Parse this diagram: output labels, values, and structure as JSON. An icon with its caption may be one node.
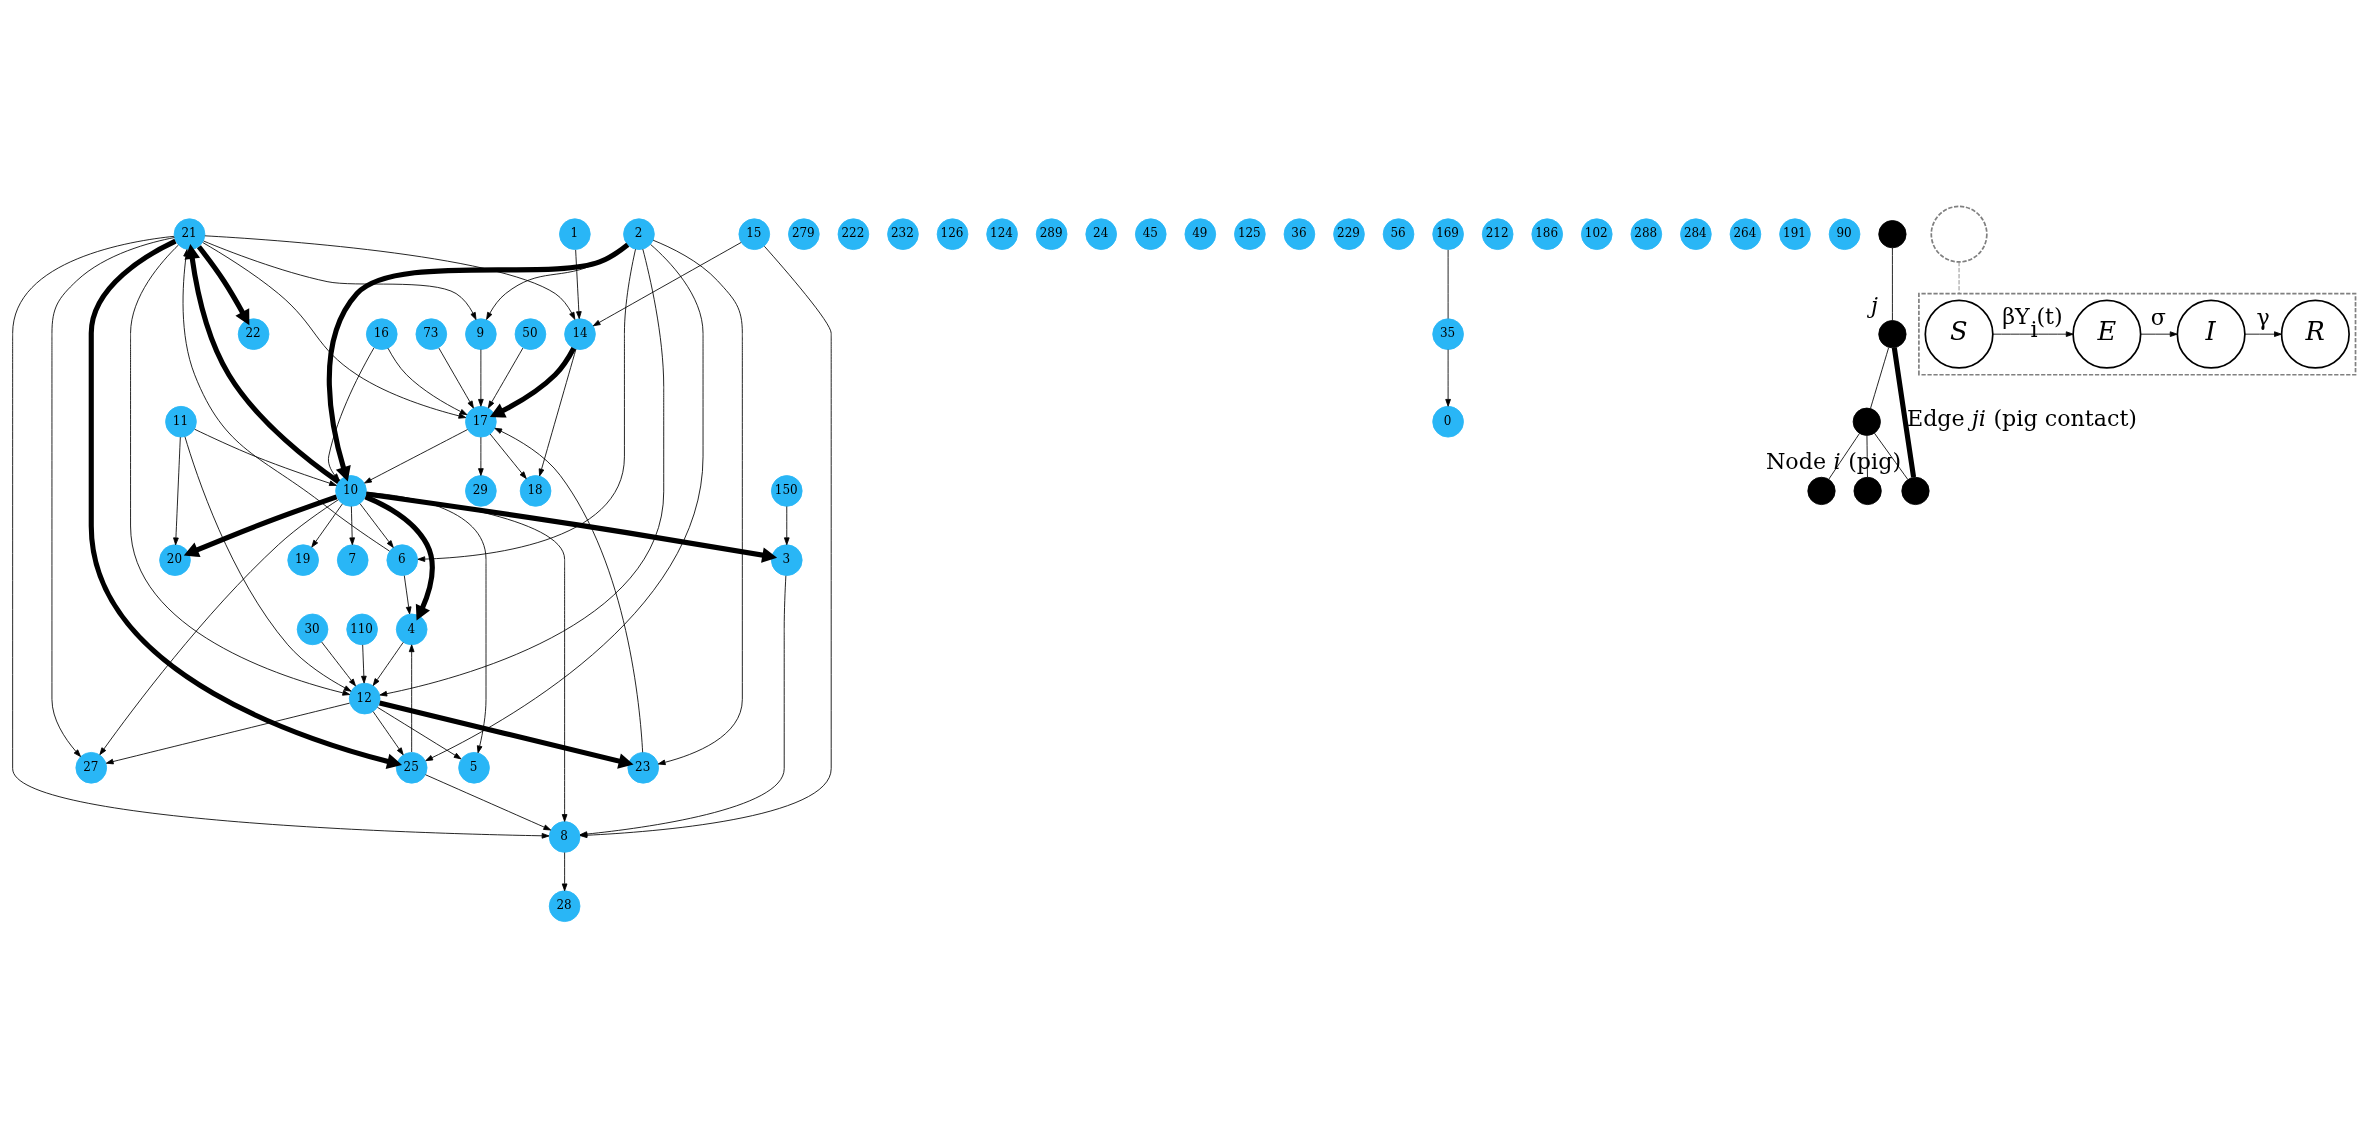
{
  "diagram": {
    "nodes": [
      {
        "text": [
          "21"
        ]
      },
      {
        "text": [
          "279"
        ]
      },
      {
        "text": [
          "20"
        ]
      },
      {
        "text": [
          "222"
        ]
      },
      {
        "text": [
          "27"
        ]
      },
      {
        "text": [
          "232"
        ]
      },
      {
        "text": [
          "11"
        ]
      },
      {
        "text": [
          "126"
        ]
      },
      {
        "text": [
          "124"
        ]
      },
      {
        "text": [
          "6"
        ]
      },
      {
        "text": [
          "3"
        ]
      },
      {
        "text": [
          "5"
        ]
      },
      {
        "text": [
          "2"
        ]
      },
      {
        "text": [
          "9"
        ]
      },
      {
        "text": [
          "289"
        ]
      },
      {
        "text": [
          "24"
        ]
      },
      {
        "text": [
          "30"
        ]
      },
      {
        "text": [
          "19"
        ]
      },
      {
        "text": [
          "29"
        ]
      },
      {
        "text": [
          "25"
        ]
      },
      {
        "text": [
          "45"
        ]
      },
      {
        "text": [
          "49"
        ]
      },
      {
        "text": [
          "1"
        ]
      },
      {
        "text": [
          "125"
        ]
      },
      {
        "text": [
          "15"
        ]
      },
      {
        "text": [
          "110"
        ]
      },
      {
        "text": [
          "36"
        ]
      },
      {
        "text": [
          "229"
        ]
      },
      {
        "text": [
          "56"
        ]
      },
      {
        "text": [
          "22"
        ]
      },
      {
        "text": [
          "4"
        ]
      },
      {
        "text": [
          "50"
        ]
      },
      {
        "text": [
          "35"
        ]
      },
      {
        "text": [
          "212"
        ]
      },
      {
        "text": [
          "150"
        ]
      },
      {
        "text": [
          "14"
        ]
      },
      {
        "text": [
          "10"
        ]
      },
      {
        "text": [
          "0"
        ]
      },
      {
        "text": [
          "186"
        ]
      },
      {
        "text": [
          "8"
        ]
      },
      {
        "text": [
          "28"
        ]
      },
      {
        "text": [
          "17"
        ]
      },
      {
        "text": [
          "73"
        ]
      },
      {
        "text": [
          "169"
        ]
      },
      {
        "text": [
          "18"
        ]
      },
      {
        "text": [
          "16"
        ]
      },
      {
        "text": [
          "23"
        ]
      },
      {
        "text": [
          "102"
        ]
      },
      {
        "text": [
          "288"
        ]
      },
      {
        "text": [
          "284"
        ]
      },
      {
        "text": [
          "12"
        ]
      },
      {
        "text": [
          "7"
        ]
      },
      {
        "text": [
          "264"
        ]
      },
      {
        "text": [
          "191"
        ]
      },
      {
        "text": [
          "90"
        ]
      },
      {
        "text": [],
        "shape": "circle"
      },
      {
        "text": [],
        "shape": "circle"
      },
      {
        "text": [],
        "shape": "circle",
        "beside": [
          "*j*"
        ]
      },
      {
        "text": [],
        "shape": "circle"
      },
      {
        "text": [],
        "shape": "circle"
      },
      {
        "text": [],
        "shape": "circle"
      },
      {
        "text": [],
        "shape": "circle",
        "beside": [
          "Node *i* (pig)"
        ]
      },
      {
        "text": [],
        "shape": "box"
      },
      {
        "text": [
          "S"
        ],
        "in": 62
      },
      {
        "text": [
          "E"
        ],
        "in": 62
      },
      {
        "text": [
          "I"
        ],
        "in": 62
      },
      {
        "text": [
          "R"
        ],
        "in": 62
      }
    ],
    "edges": [
      {
        "from": 0,
        "to": 29,
        "arrow": "to",
        "style": "thick"
      },
      {
        "from": 36,
        "to": 0,
        "arrow": "to",
        "style": "thick"
      },
      {
        "from": 0,
        "to": 35,
        "arrow": "to"
      },
      {
        "from": 0,
        "to": 41,
        "arrow": "to"
      },
      {
        "from": 0,
        "to": 13,
        "arrow": "to"
      },
      {
        "from": 0,
        "to": 19,
        "arrow": "to",
        "style": "thick"
      },
      {
        "from": 0,
        "to": 4,
        "arrow": "to"
      },
      {
        "from": 9,
        "to": 0,
        "arrow": "to"
      },
      {
        "from": 0,
        "to": 50,
        "arrow": "to"
      },
      {
        "from": 0,
        "to": 39,
        "arrow": "to"
      },
      {
        "from": 12,
        "to": 36,
        "arrow": "to",
        "style": "thick"
      },
      {
        "from": 12,
        "to": 9,
        "arrow": "to"
      },
      {
        "from": 12,
        "to": 13,
        "arrow": "to"
      },
      {
        "from": 12,
        "to": 19,
        "arrow": "to"
      },
      {
        "from": 12,
        "to": 50,
        "arrow": "to"
      },
      {
        "from": 12,
        "to": 46,
        "arrow": "to"
      },
      {
        "from": 36,
        "to": 10,
        "arrow": "to",
        "style": "thick"
      },
      {
        "from": 36,
        "to": 2,
        "arrow": "to",
        "style": "thick"
      },
      {
        "from": 36,
        "to": 11,
        "arrow": "to"
      },
      {
        "from": 36,
        "to": 4,
        "arrow": "to"
      },
      {
        "from": 36,
        "to": 9,
        "arrow": "to"
      },
      {
        "from": 6,
        "to": 36,
        "arrow": "to"
      },
      {
        "from": 36,
        "to": 30,
        "arrow": "to",
        "style": "thick"
      },
      {
        "from": 36,
        "to": 39,
        "arrow": "to"
      },
      {
        "from": 50,
        "to": 46,
        "arrow": "to",
        "style": "thick"
      },
      {
        "from": 36,
        "to": 51,
        "arrow": "to"
      },
      {
        "from": 36,
        "to": 17,
        "arrow": "to"
      },
      {
        "from": 50,
        "to": 11,
        "arrow": "to"
      },
      {
        "from": 50,
        "to": 4,
        "arrow": "to"
      },
      {
        "from": 50,
        "to": 19,
        "arrow": "to"
      },
      {
        "from": 9,
        "to": 30,
        "arrow": "to"
      },
      {
        "from": 16,
        "to": 50,
        "arrow": "to"
      },
      {
        "from": 30,
        "to": 50,
        "arrow": "to"
      },
      {
        "from": 6,
        "to": 50,
        "arrow": "to"
      },
      {
        "from": 39,
        "to": 40,
        "arrow": "to"
      },
      {
        "from": 10,
        "to": 39,
        "arrow": "to"
      },
      {
        "from": 19,
        "to": 39,
        "arrow": "to"
      },
      {
        "from": 19,
        "to": 30,
        "arrow": "to"
      },
      {
        "from": 24,
        "to": 39,
        "arrow": "to"
      },
      {
        "from": 6,
        "to": 2,
        "arrow": "to"
      },
      {
        "from": 32,
        "to": 37,
        "arrow": "to"
      },
      {
        "from": 43,
        "to": 32,
        "arrow": "none"
      },
      {
        "from": 42,
        "to": 41,
        "arrow": "to"
      },
      {
        "from": 46,
        "to": 41,
        "arrow": "to"
      },
      {
        "from": 45,
        "to": 36,
        "arrow": "to"
      },
      {
        "from": 41,
        "to": 36,
        "arrow": "to"
      },
      {
        "from": 35,
        "to": 41,
        "arrow": "to",
        "style": "thick"
      },
      {
        "from": 41,
        "to": 44,
        "arrow": "to"
      },
      {
        "from": 35,
        "to": 44,
        "arrow": "to"
      },
      {
        "from": 45,
        "to": 41,
        "arrow": "to"
      },
      {
        "from": 41,
        "to": 18,
        "arrow": "to"
      },
      {
        "from": 22,
        "to": 35,
        "arrow": "to"
      },
      {
        "from": 24,
        "to": 35,
        "arrow": "to"
      },
      {
        "from": 31,
        "to": 41,
        "arrow": "to"
      },
      {
        "from": 34,
        "to": 10,
        "arrow": "to"
      },
      {
        "from": 13,
        "to": 41,
        "arrow": "to"
      },
      {
        "from": 25,
        "to": 50,
        "arrow": "to"
      },
      {
        "from": 56,
        "to": 57,
        "arrow": "none"
      },
      {
        "from": 57,
        "to": 58,
        "arrow": "none"
      },
      {
        "from": 58,
        "to": 55,
        "arrow": "none"
      },
      {
        "from": 58,
        "to": 59,
        "arrow": "none"
      },
      {
        "from": 57,
        "to": 61,
        "arrow": "none",
        "style": "thick",
        "label": "Edge *ji* (pig contact)"
      },
      {
        "from": 58,
        "to": 61,
        "arrow": "none"
      },
      {
        "from": 60,
        "to": 62,
        "arrow": "none",
        "style": "dashed",
        "color": "#808080"
      },
      {
        "from": 63,
        "to": 64,
        "arrow": "to",
        "label": "βY$_{i}$(t)"
      },
      {
        "from": 64,
        "to": 65,
        "arrow": "to",
        "label": "σ"
      },
      {
        "from": 65,
        "to": 66,
        "arrow": "to",
        "label": "γ"
      }
    ]
  }
}
